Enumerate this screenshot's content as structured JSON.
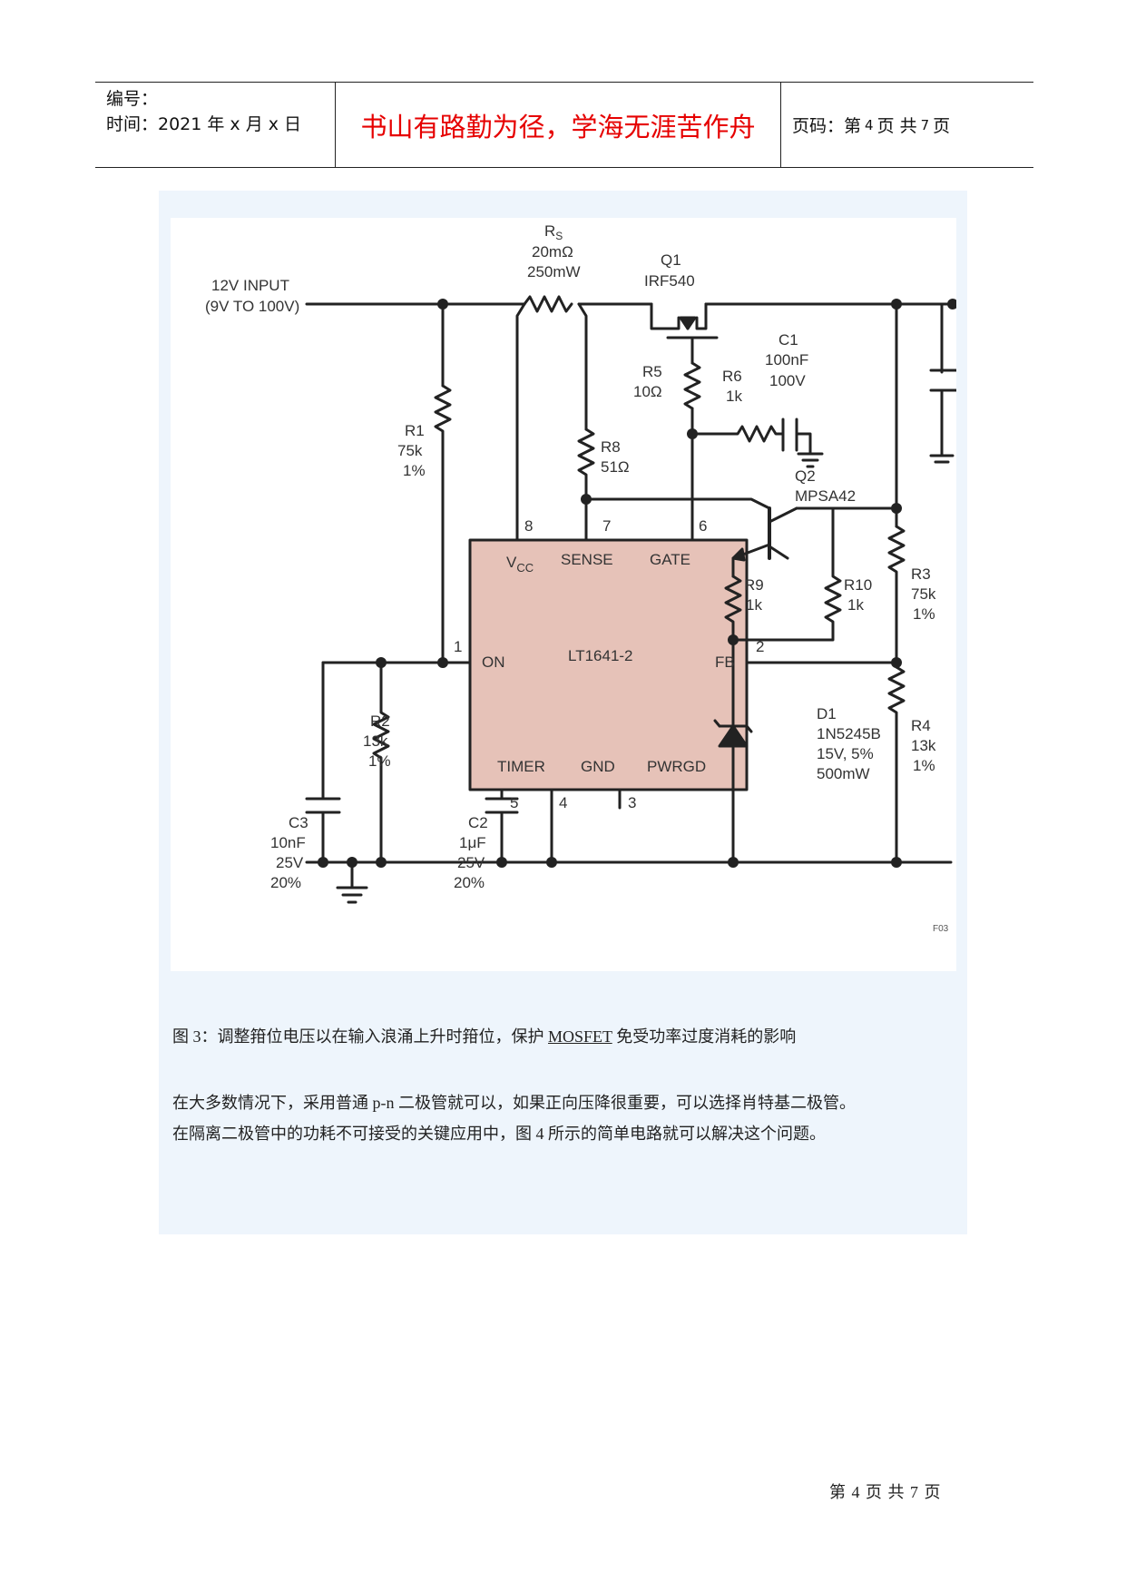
{
  "header": {
    "serial_label": "编号：",
    "time_label": "时间：2021 年 x 月 x 日",
    "motto": "书山有路勤为径，学海无涯苦作舟",
    "page_prefix": "页码：第",
    "page_num": "4",
    "page_mid": "页  共",
    "page_total": "7",
    "page_suffix": "页"
  },
  "figure": {
    "labels": {
      "input1": "12V INPUT",
      "input2": "(9V TO 100V)",
      "rs_name": "R",
      "rs_sub": "S",
      "rs_val1": "20mΩ",
      "rs_val2": "250mW",
      "q1_name": "Q1",
      "q1_part": "IRF540",
      "c1_name": "C1",
      "c1_val1": "100nF",
      "c1_val2": "100V",
      "r5_name": "R5",
      "r5_val": "10Ω",
      "r6_name": "R6",
      "r6_val": "1k",
      "r1_name": "R1",
      "r1_val": "75k",
      "r1_tol": "1%",
      "r8_name": "R8",
      "r8_val": "51Ω",
      "q2_name": "Q2",
      "q2_part": "MPSA42",
      "pin8": "8",
      "pin7": "7",
      "pin6": "6",
      "pin1": "1",
      "pin2": "2",
      "pin5": "5",
      "pin4": "4",
      "pin3": "3",
      "vcc": "V",
      "vcc_sub": "CC",
      "sense": "SENSE",
      "gate": "GATE",
      "on": "ON",
      "chip": "LT1641-2",
      "fb": "FB",
      "timer": "TIMER",
      "gnd": "GND",
      "pwrgd": "PWRGD",
      "r9_name": "R9",
      "r9_val": "1k",
      "r10_name": "R10",
      "r10_val": "1k",
      "r3_name": "R3",
      "r3_val": "75k",
      "r3_tol": "1%",
      "r2_name": "R2",
      "r2_val": "13k",
      "r2_tol": "1%",
      "d1_name": "D1",
      "d1_part": "1N5245B",
      "d1_val1": "15V, 5%",
      "d1_val2": "500mW",
      "r4_name": "R4",
      "r4_val": "13k",
      "r4_tol": "1%",
      "c3_name": "C3",
      "c3_val1": "10nF",
      "c3_val2": "25V",
      "c3_tol": "20%",
      "c2_name": "C2",
      "c2_val1": "1μF",
      "c2_val2": "25V",
      "c2_tol": "20%",
      "fig_code": "F03"
    }
  },
  "caption": {
    "prefix": "图  3：调整箝位电压以在输入浪涌上升时箝位，保护 ",
    "link": "MOSFET",
    "suffix": " 免受功率过度消耗的影响"
  },
  "body": {
    "line1": "在大多数情况下，采用普通 p-n 二极管就可以，如果正向压降很重要，可以选择肖特基二极管。",
    "line2": "在隔离二极管中的功耗不可接受的关键应用中，图 4 所示的简单电路就可以解决这个问题。"
  },
  "footer": {
    "prefix": "第",
    "page": "4",
    "mid": "页 共",
    "total": "7",
    "suffix": "页"
  }
}
